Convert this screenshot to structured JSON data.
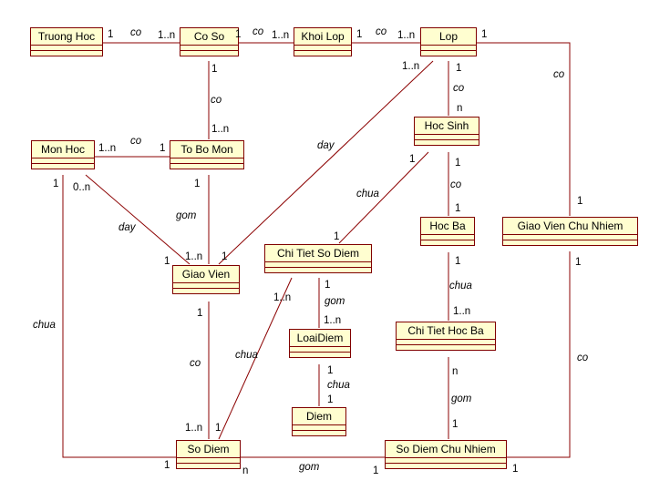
{
  "classes": {
    "truong_hoc": "Truong Hoc",
    "co_so": "Co So",
    "khoi_lop": "Khoi Lop",
    "lop": "Lop",
    "mon_hoc": "Mon Hoc",
    "to_bo_mon": "To Bo Mon",
    "hoc_sinh": "Hoc Sinh",
    "giao_vien": "Giao Vien",
    "chi_tiet_so_diem": "Chi Tiet So Diem",
    "hoc_ba": "Hoc Ba",
    "giao_vien_chu_nhiem": "Giao Vien Chu Nhiem",
    "loai_diem": "LoaiDiem",
    "chi_tiet_hoc_ba": "Chi Tiet Hoc Ba",
    "diem": "Diem",
    "so_diem": "So Diem",
    "so_diem_chu_nhiem": "So Diem Chu Nhiem"
  },
  "associations": {
    "co": "co",
    "day": "day",
    "gom": "gom",
    "chua": "chua"
  },
  "multiplicity": {
    "one": "1",
    "one_n": "1..n",
    "zero_n": "0..n",
    "n": "n"
  },
  "colors": {
    "box_fill": "#fffed0",
    "box_border": "#800000",
    "line": "#8b0000"
  }
}
